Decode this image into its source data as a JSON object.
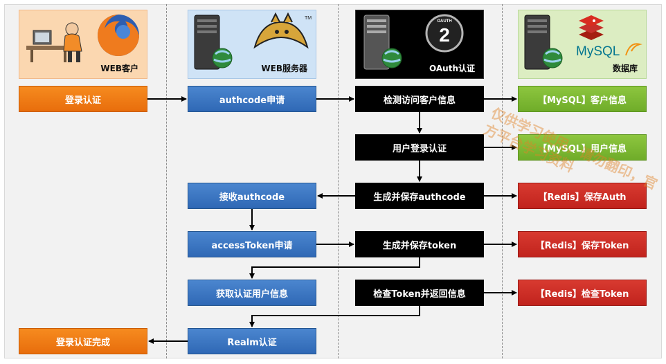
{
  "headers": {
    "client": "WEB客户",
    "web": "WEB服务器",
    "oauth": "OAuth认证",
    "db": "数据库"
  },
  "steps": {
    "login_auth": "登录认证",
    "authcode_request": "authcode申请",
    "check_client_info": "检测访问客户信息",
    "mysql_client_info": "【MySQL】客户信息",
    "user_login_auth": "用户登录认证",
    "mysql_user_info": "【MySQL】用户信息",
    "receive_authcode": "接收authcode",
    "gen_save_authcode": "生成并保存authcode",
    "redis_save_auth": "【Redis】保存Auth",
    "access_token_request": "accessToken申请",
    "gen_save_token": "生成并保存token",
    "redis_save_token": "【Redis】保存Token",
    "get_user_info": "获取认证用户信息",
    "check_token_return": "检查Token并返回信息",
    "redis_check_token": "【Redis】检查Token",
    "login_complete": "登录认证完成",
    "realm_auth": "Realm认证"
  },
  "icons": {
    "tomcat_tm": "TM",
    "oauth_badge_text": "OAUTH",
    "oauth_badge_number": "2",
    "mysql_logo": "MySQL"
  },
  "watermark": "仅供学习使用，请勿翻印，官方平台学习资料",
  "colors": {
    "client_header": "#fbd7b0",
    "web_header": "#cfe3f6",
    "oauth_header": "#000000",
    "db_header": "#dcedc2",
    "orange_box": "#f07c15",
    "blue_box": "#3a75c2",
    "black_box": "#000000",
    "green_box": "#7ab833",
    "red_box": "#cc2e26"
  }
}
